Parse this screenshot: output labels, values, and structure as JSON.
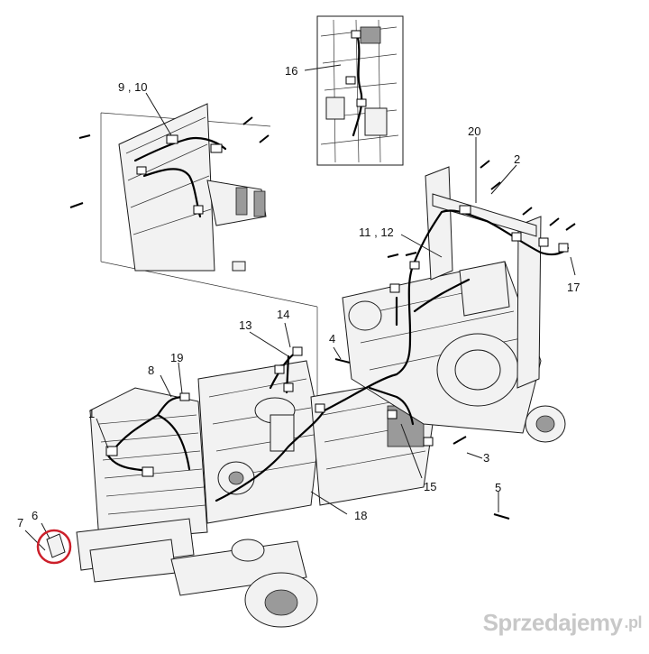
{
  "callouts": {
    "c1": "1",
    "c2": "2",
    "c3": "3",
    "c4": "4",
    "c5": "5",
    "c6": "6",
    "c7": "7",
    "c8": "8",
    "c9_10": "9 , 10",
    "c11_12": "11 , 12",
    "c13": "13",
    "c14": "14",
    "c15": "15",
    "c16": "16",
    "c17": "17",
    "c18": "18",
    "c19": "19",
    "c20": "20"
  },
  "highlight_color": "#cc1f2a",
  "watermark": {
    "text": "Sprzedajemy",
    "suffix": ".pl"
  }
}
